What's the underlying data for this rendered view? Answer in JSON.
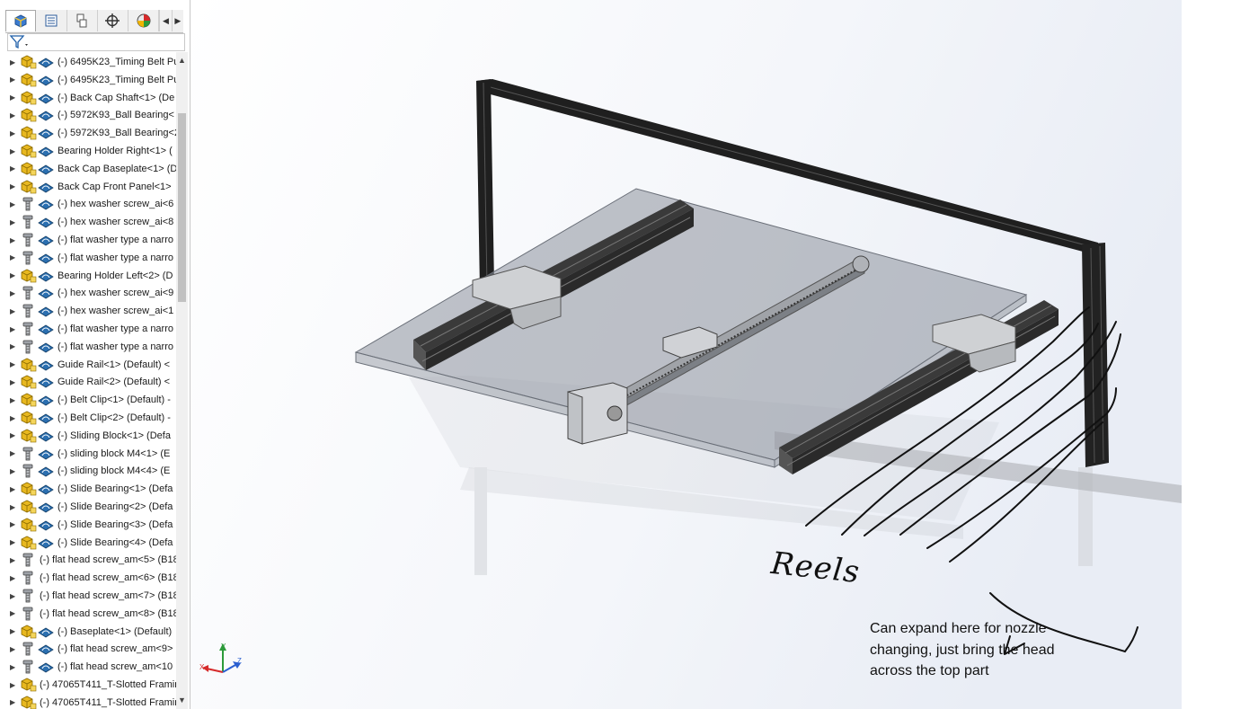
{
  "feature_manager": {
    "tabs": [
      {
        "name": "feature-manager-tab",
        "icon": "feature-tree-icon"
      },
      {
        "name": "property-manager-tab",
        "icon": "property-manager-icon"
      },
      {
        "name": "configuration-manager-tab",
        "icon": "configuration-manager-icon"
      },
      {
        "name": "dimxpert-manager-tab",
        "icon": "crosshair-icon"
      },
      {
        "name": "display-manager-tab",
        "icon": "display-manager-icon"
      }
    ],
    "filter_icon": "filter-icon",
    "items": [
      {
        "label": "(-) 6495K23_Timing Belt Pu",
        "icon": "part-icon"
      },
      {
        "label": "(-) 6495K23_Timing Belt Pu",
        "icon": "part-icon"
      },
      {
        "label": "(-) Back Cap Shaft<1> (De",
        "icon": "part-icon"
      },
      {
        "label": "(-) 5972K93_Ball Bearing<",
        "icon": "part-icon"
      },
      {
        "label": "(-) 5972K93_Ball Bearing<2",
        "icon": "part-icon"
      },
      {
        "label": "Bearing Holder Right<1> (",
        "icon": "part-icon"
      },
      {
        "label": "Back Cap Baseplate<1> (D",
        "icon": "part-icon"
      },
      {
        "label": "Back Cap Front Panel<1>",
        "icon": "part-icon"
      },
      {
        "label": "(-) hex washer screw_ai<6",
        "icon": "screw-icon"
      },
      {
        "label": "(-) hex washer screw_ai<8",
        "icon": "screw-icon"
      },
      {
        "label": "(-) flat washer type a narro",
        "icon": "screw-icon"
      },
      {
        "label": "(-) flat washer type a narro",
        "icon": "screw-icon"
      },
      {
        "label": "Bearing Holder Left<2> (D",
        "icon": "part-icon"
      },
      {
        "label": "(-) hex washer screw_ai<9",
        "icon": "screw-icon"
      },
      {
        "label": "(-) hex washer screw_ai<1",
        "icon": "screw-icon"
      },
      {
        "label": "(-) flat washer type a narro",
        "icon": "screw-icon"
      },
      {
        "label": "(-) flat washer type a narro",
        "icon": "screw-icon"
      },
      {
        "label": "Guide Rail<1> (Default) <",
        "icon": "part-icon"
      },
      {
        "label": "Guide Rail<2> (Default) <",
        "icon": "part-icon"
      },
      {
        "label": "(-) Belt Clip<1> (Default) -",
        "icon": "part-icon"
      },
      {
        "label": "(-) Belt Clip<2> (Default) -",
        "icon": "part-icon"
      },
      {
        "label": "(-) Sliding Block<1> (Defa",
        "icon": "part-icon"
      },
      {
        "label": "(-) sliding block M4<1> (E",
        "icon": "screw-icon"
      },
      {
        "label": "(-) sliding block M4<4> (E",
        "icon": "screw-icon"
      },
      {
        "label": "(-) Slide Bearing<1> (Defa",
        "icon": "part-icon"
      },
      {
        "label": "(-) Slide Bearing<2> (Defa",
        "icon": "part-icon"
      },
      {
        "label": "(-) Slide Bearing<3> (Defa",
        "icon": "part-icon"
      },
      {
        "label": "(-) Slide Bearing<4> (Defa",
        "icon": "part-icon"
      },
      {
        "label": "(-) flat head screw_am<5> (B18",
        "icon": "screw-icon",
        "no_mate": true
      },
      {
        "label": "(-) flat head screw_am<6> (B18",
        "icon": "screw-icon",
        "no_mate": true
      },
      {
        "label": "(-) flat head screw_am<7> (B18",
        "icon": "screw-icon",
        "no_mate": true
      },
      {
        "label": "(-) flat head screw_am<8> (B18",
        "icon": "screw-icon",
        "no_mate": true
      },
      {
        "label": "(-) Baseplate<1> (Default)",
        "icon": "part-icon"
      },
      {
        "label": "(-) flat head screw_am<9>",
        "icon": "screw-icon"
      },
      {
        "label": "(-) flat head screw_am<10",
        "icon": "screw-icon"
      },
      {
        "label": "(-) 47065T411_T-Slotted Framin",
        "icon": "part-icon",
        "no_mate": true
      },
      {
        "label": "(-) 47065T411_T-Slotted Framin",
        "icon": "part-icon",
        "no_mate": true
      }
    ]
  },
  "viewport": {
    "annotation_reels": "Reels",
    "annotation_note": "Can expand here for nozzle changing, just bring the head across the top part",
    "triad": {
      "x": "X",
      "y": "Y",
      "z": "Z"
    }
  },
  "colors": {
    "part_yellow": "#e8b820",
    "mate_blue": "#2b6fb0",
    "frame_dark": "#1f1f1f",
    "glass_plate": "#8c929c"
  }
}
